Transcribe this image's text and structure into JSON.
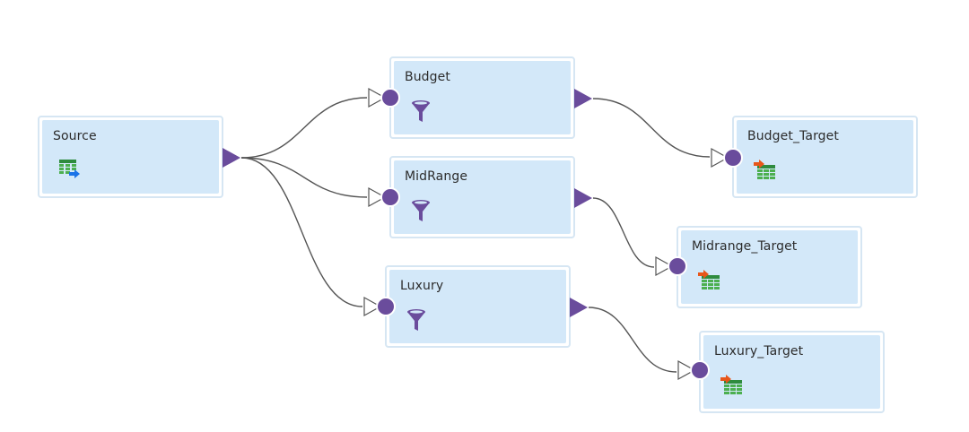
{
  "colors": {
    "node_fill": "#d3e8f9",
    "node_border": "#d6e6f3",
    "port": "#6a4c9c",
    "link": "#555555"
  },
  "nodes": [
    {
      "id": "source",
      "label": "Source",
      "icon": "source-table-icon"
    },
    {
      "id": "budget",
      "label": "Budget",
      "icon": "filter-funnel-icon"
    },
    {
      "id": "midrange",
      "label": "MidRange",
      "icon": "filter-funnel-icon"
    },
    {
      "id": "luxury",
      "label": "Luxury",
      "icon": "filter-funnel-icon"
    },
    {
      "id": "budget_target",
      "label": "Budget_Target",
      "icon": "target-table-icon"
    },
    {
      "id": "midrange_target",
      "label": "Midrange_Target",
      "icon": "target-table-icon"
    },
    {
      "id": "luxury_target",
      "label": "Luxury_Target",
      "icon": "target-table-icon"
    }
  ],
  "links": [
    {
      "from": "source",
      "to": "budget"
    },
    {
      "from": "source",
      "to": "midrange"
    },
    {
      "from": "source",
      "to": "luxury"
    },
    {
      "from": "budget",
      "to": "budget_target"
    },
    {
      "from": "midrange",
      "to": "midrange_target"
    },
    {
      "from": "luxury",
      "to": "luxury_target"
    }
  ]
}
